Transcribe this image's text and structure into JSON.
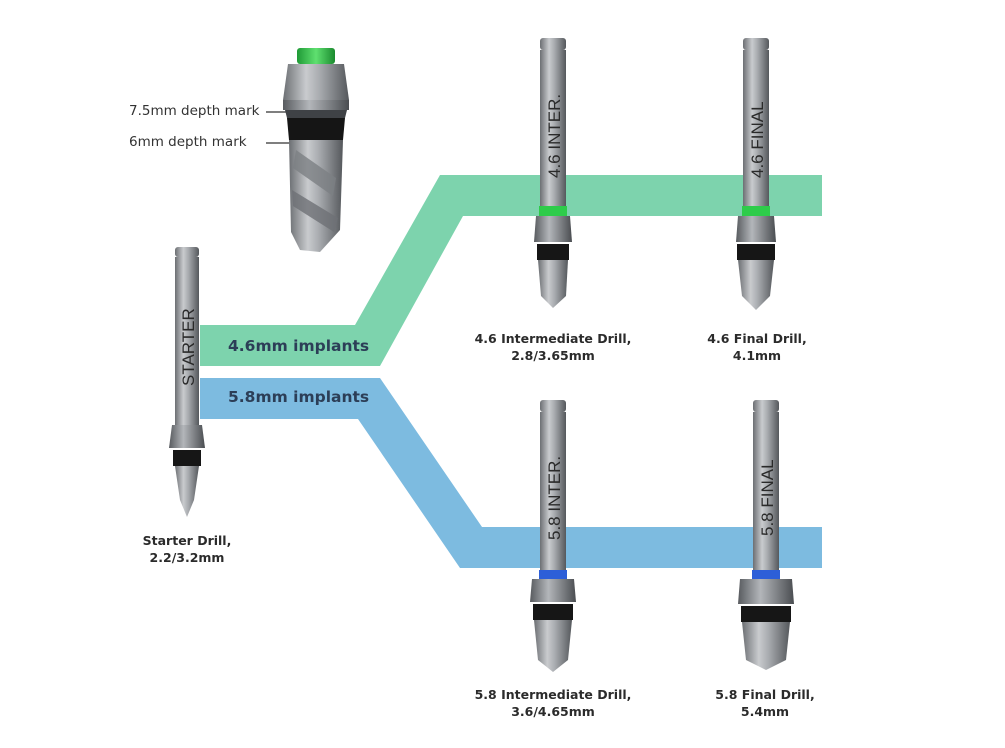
{
  "colors": {
    "green_band": "#7dd3ad",
    "blue_band": "#7dbbe0",
    "green_ring": "#2ecc4a",
    "blue_ring": "#2d5fd8",
    "band_text": "#2c3e57"
  },
  "depth_marks": {
    "mark_75": "7.5mm depth mark",
    "mark_6": "6mm depth mark"
  },
  "bands": {
    "green_label": "4.6mm implants",
    "blue_label": "5.8mm implants"
  },
  "drills": {
    "starter": {
      "shaft_text": "STARTER",
      "caption_line1": "Starter Drill,",
      "caption_line2": "2.2/3.2mm"
    },
    "inter_46": {
      "shaft_text": "4.6 INTER.",
      "caption_line1": "4.6 Intermediate Drill,",
      "caption_line2": "2.8/3.65mm"
    },
    "final_46": {
      "shaft_text": "4.6 FINAL",
      "caption_line1": "4.6 Final Drill,",
      "caption_line2": "4.1mm"
    },
    "inter_58": {
      "shaft_text": "5.8 INTER.",
      "caption_line1": "5.8 Intermediate Drill,",
      "caption_line2": "3.6/4.65mm"
    },
    "final_58": {
      "shaft_text": "5.8 FINAL",
      "caption_line1": "5.8 Final Drill,",
      "caption_line2": "5.4mm"
    }
  }
}
